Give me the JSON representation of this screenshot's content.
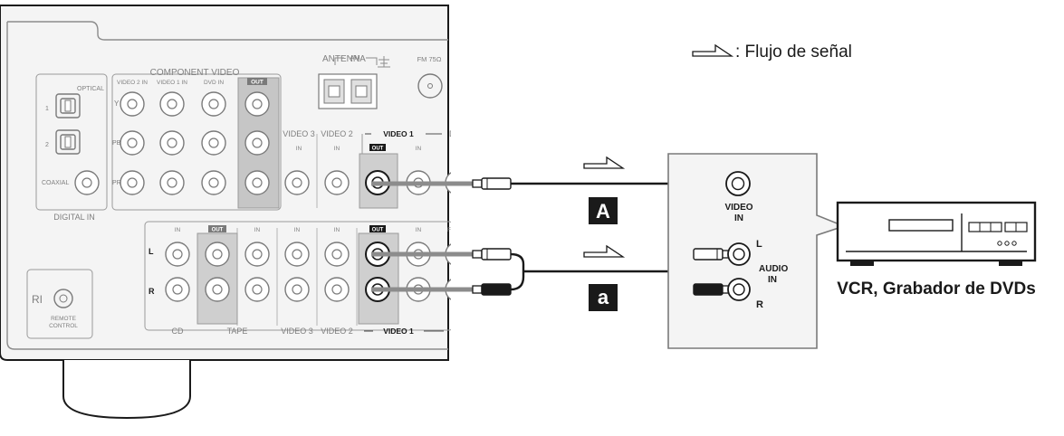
{
  "legend": {
    "text": ": Flujo de señal"
  },
  "receiver": {
    "component_video": {
      "title": "COMPONENT VIDEO",
      "inputs": [
        "VIDEO 2 IN",
        "VIDEO 1 IN",
        "DVD IN"
      ],
      "out": "OUT",
      "rows": [
        "Y",
        "PB",
        "PR"
      ]
    },
    "digital_in": {
      "title": "DIGITAL IN",
      "optical": "OPTICAL",
      "coaxial": "COAXIAL",
      "nums": [
        "1",
        "2"
      ]
    },
    "antenna": {
      "title": "ANTENNA",
      "am": "AM",
      "fm": "FM 75Ω"
    },
    "video_row": {
      "video3": "VIDEO 3",
      "video2": "VIDEO 2",
      "video1": "VIDEO 1",
      "cut": "D",
      "in": "IN",
      "out": "OUT"
    },
    "audio_row": {
      "in": "IN",
      "out": "OUT",
      "cut": "FF",
      "l": "L",
      "r": "R",
      "cd": "CD",
      "tape": "TAPE",
      "video3": "VIDEO 3",
      "video2": "VIDEO 2",
      "video1": "VIDEO 1"
    },
    "remote": {
      "ri": "RI",
      "line1": "REMOTE",
      "line2": "CONTROL"
    }
  },
  "cables": {
    "video_badge": "A",
    "audio_badge": "a"
  },
  "device": {
    "video_in_1": "VIDEO",
    "video_in_2": "IN",
    "audio_in_1": "AUDIO",
    "audio_in_2": "IN",
    "l": "L",
    "r": "R",
    "name": "VCR, Grabador de DVDs"
  }
}
